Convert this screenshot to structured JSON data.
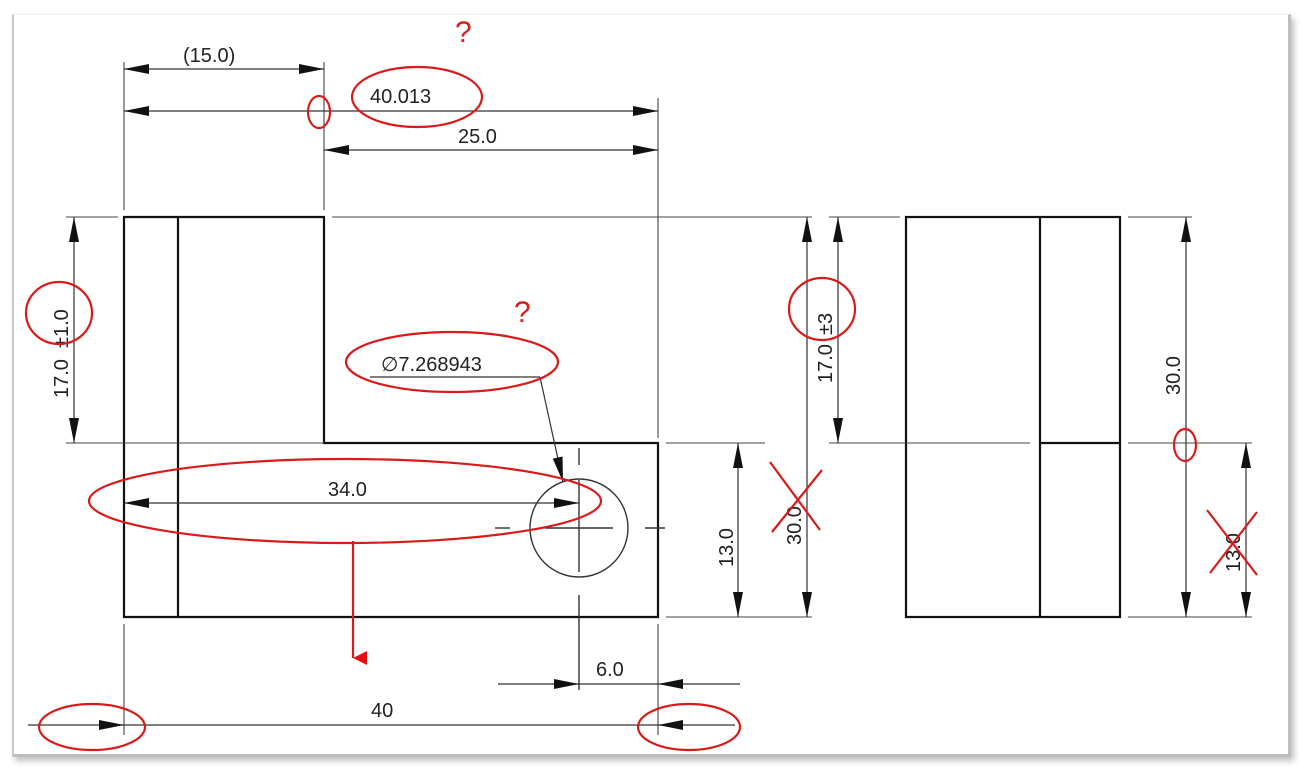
{
  "drawing": {
    "type": "engineering dimension drawing with review markups",
    "front_view": {
      "dimensions": {
        "top_ref": "(15.0)",
        "overall_top": "40.013",
        "top_right": "25.0",
        "left_height": "17.0",
        "left_height_tol": "±1.0",
        "hole_diameter": "∅7.268943",
        "hole_offset": "34.0",
        "bottom_overall": "40",
        "hole_right": "6.0",
        "lower_height": "13.0"
      }
    },
    "middle_dims": {
      "height_upper": "17.0",
      "height_upper_tol": "±3",
      "overall_height_crossed": "30.0"
    },
    "side_view": {
      "dimensions": {
        "overall_height": "30.0",
        "lower_height_crossed": "13.0"
      }
    },
    "markups": {
      "question_mark": "?",
      "accent_color": "#d81a1a",
      "line_color": "#111111"
    }
  }
}
